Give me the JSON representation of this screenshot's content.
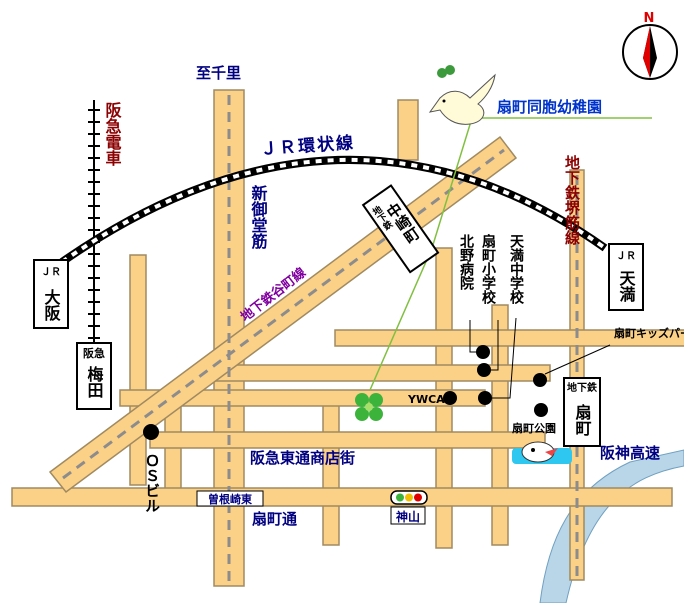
{
  "colors": {
    "road": "#fbd087",
    "road_border": "#a08a60",
    "navy_text": "#000080",
    "maroon_text": "#8b0000",
    "purple_text": "#8000a0",
    "kindergarten_text": "#0033cc",
    "river": "#b9d5e8",
    "green_line": "#80c040",
    "jr_line": "#000000"
  },
  "compass": {
    "label": "N",
    "icon": "compass-north-arrow-icon"
  },
  "streets": {
    "senri": "至千里",
    "shin_midosuji": "新御堂筋",
    "tanimachi": "地下鉄谷町線",
    "sakaisuji": "地下鉄堺筋線",
    "hankyu_line": "阪急電車",
    "jr_loop": "ＪＲ環状線",
    "hankyu_higashidori": "阪急東通商店街",
    "ogimachi_dori": "扇町通",
    "hanshin_expressway": "阪神高速"
  },
  "stations": {
    "jr_osaka": {
      "line": "ＪＲ",
      "name": "大阪"
    },
    "hankyu_umeda": {
      "line": "阪急",
      "name": "梅田"
    },
    "subway_nakazakicho": {
      "line": "地下鉄",
      "name": "中崎町"
    },
    "jr_tenma": {
      "line": "ＪＲ",
      "name": "天満"
    },
    "subway_ogimachi": {
      "line": "地下鉄",
      "name": "扇町"
    }
  },
  "intersections": {
    "sonezaki_higashi": "曽根崎東",
    "kamiyama": "神山"
  },
  "landmarks": {
    "kindergarten": "扇町同胞幼稚園",
    "kitano_hospital": "北野病院",
    "ogimachi_elementary": "扇町小学校",
    "tenma_junior_high": "天満中学校",
    "ywca": "YWCA",
    "ogimachi_park": "扇町公園",
    "kids_park": "扇町キッズパーク",
    "os_building": "ＯＳビル"
  },
  "icons": [
    "dove-icon",
    "four-leaf-clover-icon",
    "traffic-light-icon",
    "dolphin-icon"
  ]
}
